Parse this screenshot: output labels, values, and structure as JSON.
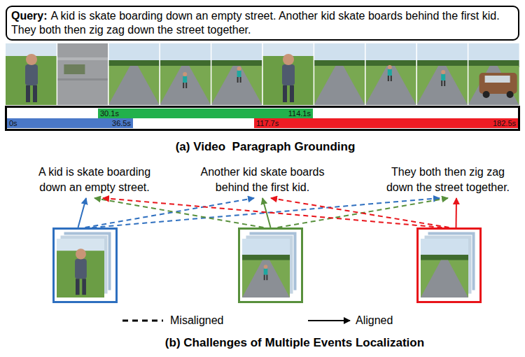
{
  "diagram": {
    "nodes": [
      {
        "text": [
          "Query:",
          "A kid is skate boarding down an empty street. Another kid skate boards behind the first kid. They both then zig zag down the street together."
        ]
      },
      {
        "text": [
          "30.1s",
          "114.1s"
        ]
      },
      {
        "text": [
          "0s",
          "36.5s"
        ]
      },
      {
        "text": [
          "117.7s",
          "182.5s"
        ]
      },
      {
        "text": [
          "A kid is skate boarding down an empty street."
        ]
      },
      {
        "text": [
          "Another kid skate boards behind the first kid."
        ]
      },
      {
        "text": [
          "They both then zig zag down the street together."
        ]
      },
      {
        "text": []
      },
      {
        "text": []
      },
      {
        "text": []
      }
    ],
    "edges": [
      {
        "from": 7,
        "to": 4,
        "arrow": "to"
      },
      {
        "from": 7,
        "to": 5,
        "arrow": "to"
      },
      {
        "from": 7,
        "to": 6,
        "arrow": "to"
      },
      {
        "from": 8,
        "to": 5,
        "arrow": "to"
      },
      {
        "from": 8,
        "to": 4,
        "arrow": "to"
      },
      {
        "from": 8,
        "to": 6,
        "arrow": "to"
      },
      {
        "from": 9,
        "to": 6,
        "arrow": "to"
      },
      {
        "from": 9,
        "to": 4,
        "arrow": "to"
      },
      {
        "from": 9,
        "to": 5,
        "arrow": "to"
      }
    ],
    "labels": [
      "(a) Video  Paragraph Grounding",
      "(b) Challenges of Multiple Events Localization"
    ],
    "legend": [
      {
        "text": "Misaligned"
      },
      {
        "text": "Aligned"
      }
    ]
  }
}
